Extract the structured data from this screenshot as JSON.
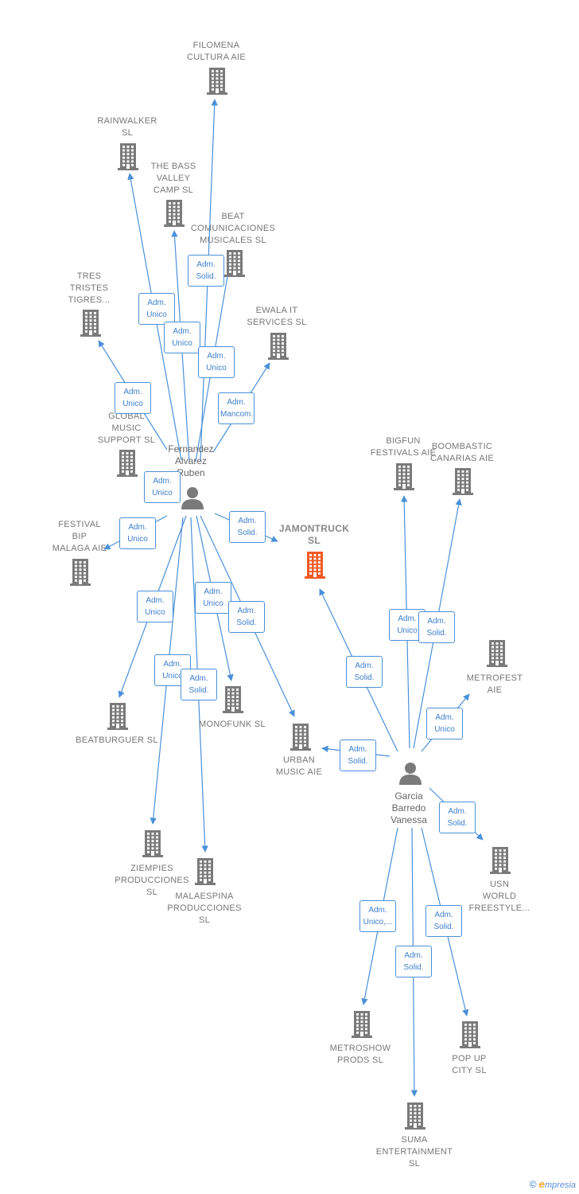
{
  "colors": {
    "edge": "#4a90d9",
    "company": "#7a7a7a",
    "highlight": "#f15a24",
    "person": "#7a7a7a"
  },
  "companies": [
    {
      "id": "filomena",
      "label": "FILOMENA\nCULTURA AIE",
      "icon": "building-icon"
    },
    {
      "id": "rainwalker",
      "label": "RAINWALKER\nSL",
      "icon": "building-icon"
    },
    {
      "id": "bassvalley",
      "label": "THE BASS\nVALLEY\nCAMP  SL",
      "icon": "building-icon"
    },
    {
      "id": "beat",
      "label": "BEAT\nCOMUNICACIONES\nMUSICALES SL",
      "icon": "building-icon"
    },
    {
      "id": "tres",
      "label": "TRES\nTRISTES\nTIGRES...",
      "icon": "building-icon"
    },
    {
      "id": "ewala",
      "label": "EWALA IT\nSERVICES  SL",
      "icon": "building-icon"
    },
    {
      "id": "global",
      "label": "GLOBAL\nMUSIC\nSUPPORT  SL",
      "icon": "building-icon"
    },
    {
      "id": "bigfun",
      "label": "BIGFUN\nFESTIVALS  AIE",
      "icon": "building-icon"
    },
    {
      "id": "boombastic",
      "label": "BOOMBASTIC\nCANARIAS AIE",
      "icon": "building-icon"
    },
    {
      "id": "festival",
      "label": "FESTIVAL\nBIP\nMALAGA AIE",
      "icon": "building-icon"
    },
    {
      "id": "jamontruck",
      "label": "JAMONTRUCK\nSL",
      "icon": "building-icon",
      "highlight": true
    },
    {
      "id": "metrofest",
      "label": "METROFEST\nAIE",
      "icon": "building-icon"
    },
    {
      "id": "beatburguer",
      "label": "BEATBURGUER SL",
      "icon": "building-icon"
    },
    {
      "id": "monofunk",
      "label": "MONOFUNK SL",
      "icon": "building-icon"
    },
    {
      "id": "urban",
      "label": "URBAN\nMUSIC AIE",
      "icon": "building-icon"
    },
    {
      "id": "ziempies",
      "label": "ZIEMPIES\nPRODUCCIONES\nSL",
      "icon": "building-icon"
    },
    {
      "id": "malaespina",
      "label": "MALAESPINA\nPRODUCCIONES\nSL",
      "icon": "building-icon"
    },
    {
      "id": "usn",
      "label": "USN\nWORLD\nFREESTYLE...",
      "icon": "building-icon"
    },
    {
      "id": "metroshow",
      "label": "METROSHOW\nPRODS  SL",
      "icon": "building-icon"
    },
    {
      "id": "popup",
      "label": "POP UP\nCITY  SL",
      "icon": "building-icon"
    },
    {
      "id": "suma",
      "label": "SUMA\nENTERTAINMENT\nSL",
      "icon": "building-icon"
    }
  ],
  "persons": [
    {
      "id": "fernandez",
      "label": "Fernandez\nAlvarez\nRuben",
      "icon": "person-icon"
    },
    {
      "id": "garcia",
      "label": "Garcia\nBarredo\nVanessa",
      "icon": "person-icon"
    }
  ],
  "edges": [
    {
      "from": "fernandez",
      "to": "filomena",
      "label": "Adm.\nSolid."
    },
    {
      "from": "fernandez",
      "to": "rainwalker",
      "label": "Adm.\nUnico"
    },
    {
      "from": "fernandez",
      "to": "bassvalley",
      "label": "Adm.\nUnico"
    },
    {
      "from": "fernandez",
      "to": "beat",
      "label": "Adm.\nUnico"
    },
    {
      "from": "fernandez",
      "to": "tres",
      "label": "Adm.\nUnico"
    },
    {
      "from": "fernandez",
      "to": "ewala",
      "label": "Adm.\nMancom."
    },
    {
      "from": "fernandez",
      "to": "global",
      "label": "Adm.\nUnico"
    },
    {
      "from": "fernandez",
      "to": "festival",
      "label": "Adm.\nUnico"
    },
    {
      "from": "fernandez",
      "to": "jamontruck",
      "label": "Adm.\nSolid."
    },
    {
      "from": "fernandez",
      "to": "beatburguer",
      "label": "Adm.\nUnico"
    },
    {
      "from": "fernandez",
      "to": "monofunk",
      "label": "Adm.\nUnico"
    },
    {
      "from": "fernandez",
      "to": "urban",
      "label": "Adm.\nSolid."
    },
    {
      "from": "fernandez",
      "to": "ziempies",
      "label": "Adm.\nUnico"
    },
    {
      "from": "fernandez",
      "to": "malaespina",
      "label": "Adm.\nSolid."
    },
    {
      "from": "garcia",
      "to": "jamontruck",
      "label": "Adm.\nSolid."
    },
    {
      "from": "garcia",
      "to": "bigfun",
      "label": "Adm.\nUnico"
    },
    {
      "from": "garcia",
      "to": "boombastic",
      "label": "Adm.\nSolid."
    },
    {
      "from": "garcia",
      "to": "metrofest",
      "label": "Adm.\nUnico"
    },
    {
      "from": "garcia",
      "to": "urban",
      "label": "Adm.\nSolid."
    },
    {
      "from": "garcia",
      "to": "usn",
      "label": "Adm.\nSolid."
    },
    {
      "from": "garcia",
      "to": "metroshow",
      "label": "Adm.\nUnico,..."
    },
    {
      "from": "garcia",
      "to": "popup",
      "label": "Adm.\nSolid."
    },
    {
      "from": "garcia",
      "to": "suma",
      "label": "Adm.\nSolid."
    }
  ],
  "brand": {
    "copyright": "©",
    "initial": "e",
    "name": "mpresia"
  }
}
